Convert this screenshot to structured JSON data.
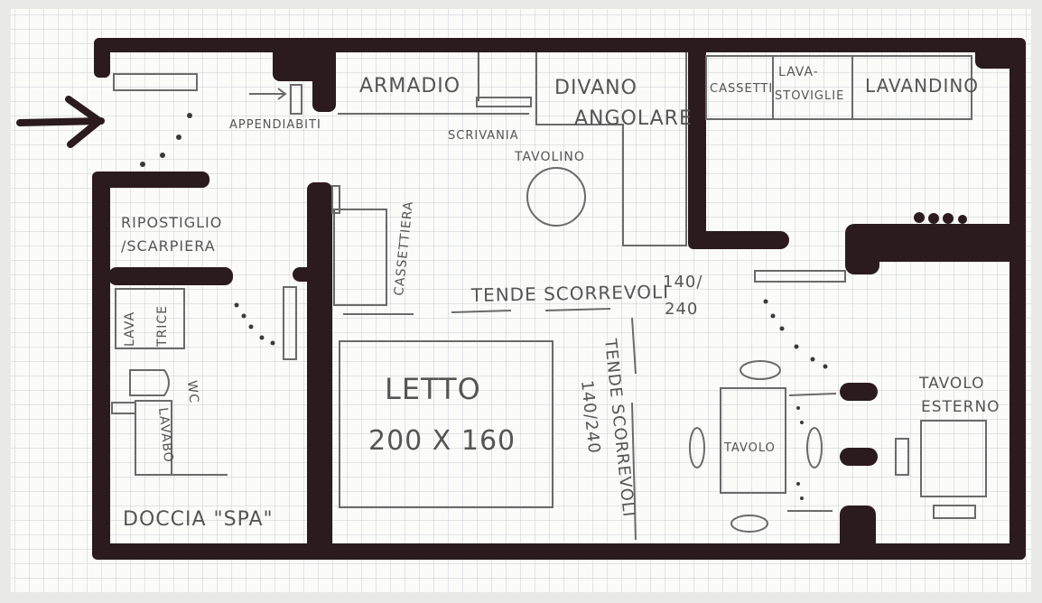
{
  "labels": {
    "armadio": "ARMADIO",
    "divano_1": "DIVANO",
    "divano_2": "ANGOLARE",
    "cassetti": "CASSETTI",
    "lavastoviglie_1": "LAVA-",
    "lavastoviglie_2": "STOVIGLIE",
    "lavandino": "LAVANDINO",
    "appendiabiti": "APPENDIABITI",
    "scrivania": "SCRIVANIA",
    "tavolino": "TAVOLINO",
    "ripostiglio_1": "RIPOSTIGLIO",
    "ripostiglio_2": "/SCARPIERA",
    "cassettiera": "CASSETTIERA",
    "tende_top": "TENDE SCORREVOLI",
    "tende_top_size_1": "140/",
    "tende_top_size_2": "240",
    "letto_1": "LETTO",
    "letto_2": "200 X 160",
    "tende_side": "TENDE SCORREVOLI",
    "tende_side_size": "140/240",
    "lavatrice_1": "LAVA",
    "lavatrice_2": "TRICE",
    "wc": "WC",
    "lavabo": "LAVABO",
    "doccia": "DOCCIA \"SPA\"",
    "tavolo": "TAVOLO",
    "tavolo_esterno_1": "TAVOLO",
    "tavolo_esterno_2": "ESTERNO"
  },
  "colors": {
    "wall": "#2b1b1e",
    "pencil": "#555555",
    "grid": "#c9ccd0",
    "paper": "#fbfbfa"
  },
  "icons": {
    "entry": "entry-arrow-icon"
  }
}
